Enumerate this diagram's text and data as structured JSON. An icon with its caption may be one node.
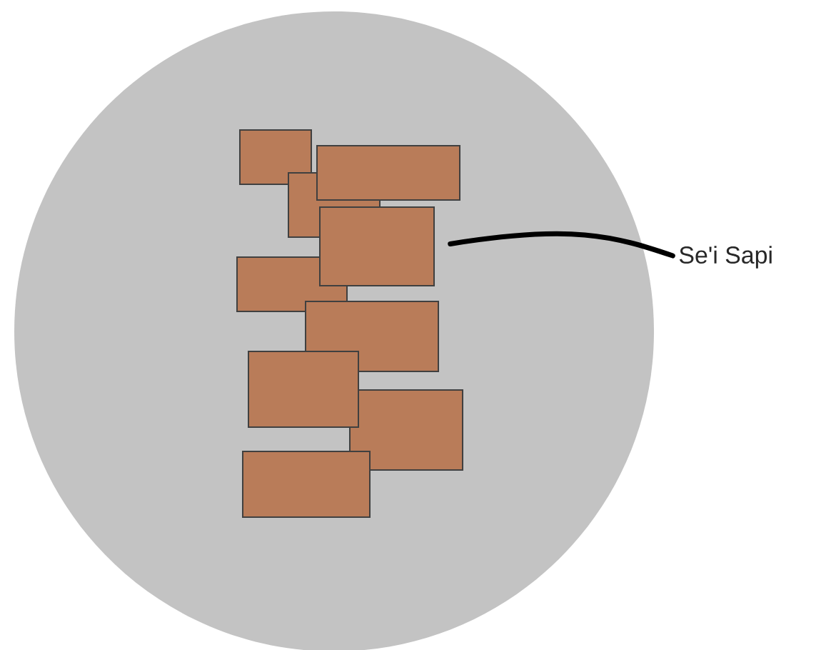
{
  "diagram": {
    "nodes": [
      {
        "text": [
          "Se'i Sapi"
        ]
      },
      {
        "text": [],
        "shape": "box"
      }
    ],
    "edges": [
      {
        "from": 0,
        "to": 1,
        "arrow": "none"
      }
    ]
  }
}
